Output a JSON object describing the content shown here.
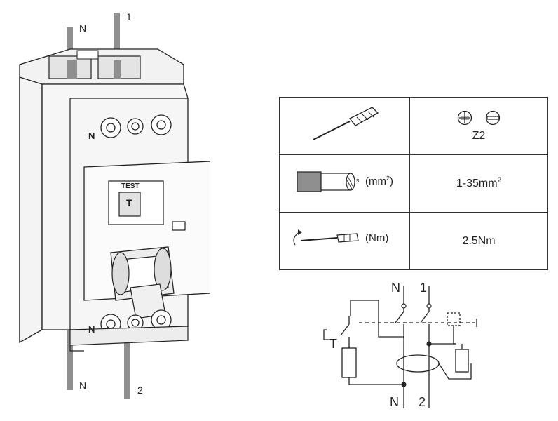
{
  "device": {
    "top_labels": {
      "neutral": "N",
      "phase": "1"
    },
    "bottom_labels": {
      "neutral": "N",
      "phase": "2"
    },
    "terminal_n_top": "N",
    "terminal_n_bottom": "N",
    "test_label": "TEST",
    "test_button": "T"
  },
  "spec_table": {
    "rows": [
      {
        "icon": "screwdriver-icon",
        "unit": "",
        "value": "Z2",
        "extra_icons": [
          "pozidriv-icon",
          "slotted-icon"
        ]
      },
      {
        "icon": "cable-icon",
        "unit_text": "(mm",
        "unit_sup": "2",
        "unit_close": ")",
        "cable_s": "s",
        "value_text": "1-35mm",
        "value_sup": "2"
      },
      {
        "icon": "torque-screwdriver-icon",
        "unit": "(Nm)",
        "value": "2.5Nm"
      }
    ]
  },
  "schematic": {
    "top_n": "N",
    "top_1": "1",
    "bottom_n": "N",
    "bottom_2": "2",
    "test_label": "T"
  }
}
